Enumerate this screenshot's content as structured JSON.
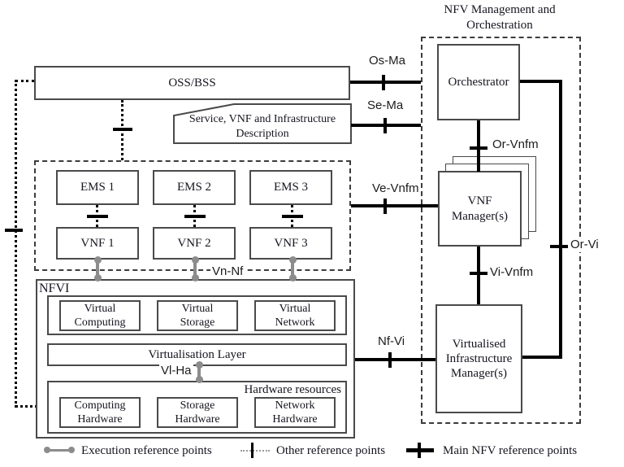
{
  "title": {
    "line1": "NFV Management and",
    "line2": "Orchestration"
  },
  "nodes": {
    "oss_bss": {
      "label": "OSS/BSS"
    },
    "service_desc": {
      "line1": "Service, VNF and Infrastructure",
      "line2": "Description"
    },
    "ems": [
      {
        "label": "EMS 1"
      },
      {
        "label": "EMS 2"
      },
      {
        "label": "EMS 3"
      }
    ],
    "vnf": [
      {
        "label": "VNF 1"
      },
      {
        "label": "VNF 2"
      },
      {
        "label": "VNF 3"
      }
    ],
    "nfvi": {
      "label": "NFVI"
    },
    "virtual_resources": [
      {
        "line1": "Virtual",
        "line2": "Computing"
      },
      {
        "line1": "Virtual",
        "line2": "Storage"
      },
      {
        "line1": "Virtual",
        "line2": "Network"
      }
    ],
    "virtualisation_layer": {
      "label": "Virtualisation Layer"
    },
    "hardware_resources": {
      "label": "Hardware resources"
    },
    "hardware": [
      {
        "line1": "Computing",
        "line2": "Hardware"
      },
      {
        "line1": "Storage",
        "line2": "Hardware"
      },
      {
        "line1": "Network",
        "line2": "Hardware"
      }
    ],
    "orchestrator": {
      "label": "Orchestrator"
    },
    "vnf_manager": {
      "line1": "VNF",
      "line2": "Manager(s)"
    },
    "vim": {
      "line1": "Virtualised",
      "line2": "Infrastructure",
      "line3": "Manager(s)"
    }
  },
  "reference_points": {
    "os_ma": "Os-Ma",
    "se_ma": "Se-Ma",
    "ve_vnfm": "Ve-Vnfm",
    "or_vnfm": "Or-Vnfm",
    "vi_vnfm": "Vi-Vnfm",
    "or_vi": "Or-Vi",
    "nf_vi": "Nf-Vi",
    "vn_nf": "Vn-Nf",
    "vl_ha": "Vl-Ha"
  },
  "legend": {
    "execution": "Execution reference points",
    "other": "Other reference points",
    "main": "Main NFV reference points"
  },
  "colors": {
    "box_border": "#4a4a4a",
    "line_black": "#000000",
    "connector_gray": "#8c8c8c",
    "text": "#15151f",
    "background": "#ffffff"
  }
}
